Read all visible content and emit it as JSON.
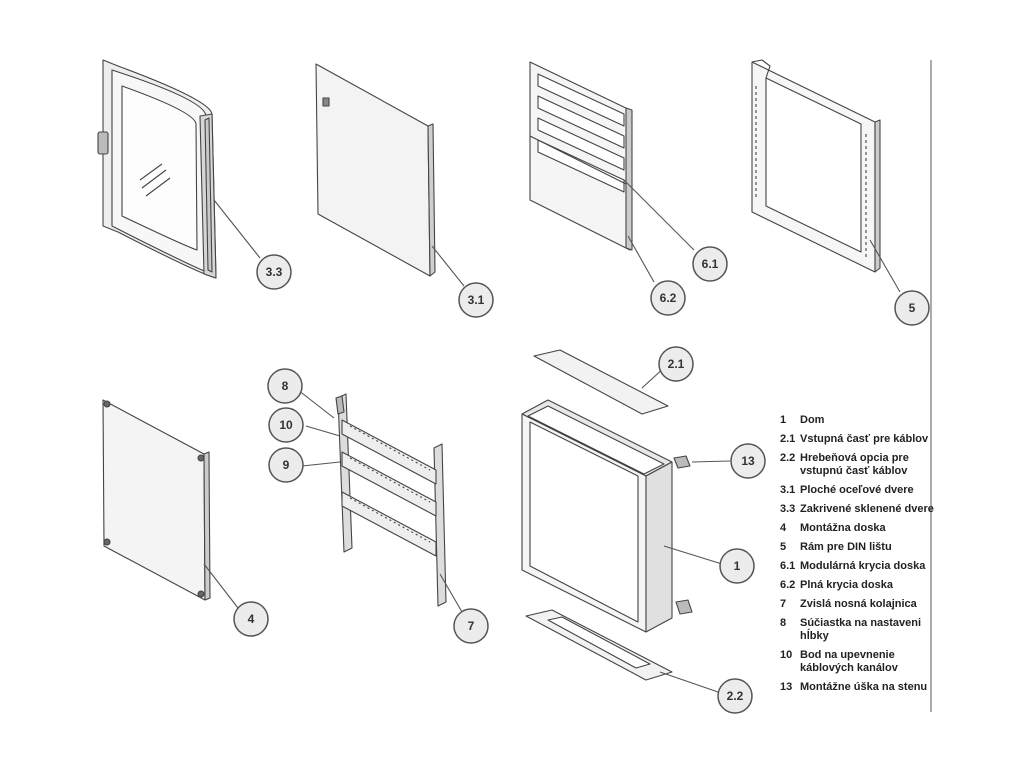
{
  "callouts": [
    {
      "id": "c33",
      "label": "3.3"
    },
    {
      "id": "c31",
      "label": "3.1"
    },
    {
      "id": "c62",
      "label": "6.2"
    },
    {
      "id": "c61",
      "label": "6.1"
    },
    {
      "id": "c5",
      "label": "5"
    },
    {
      "id": "c21",
      "label": "2.1"
    },
    {
      "id": "c8",
      "label": "8"
    },
    {
      "id": "c10",
      "label": "10"
    },
    {
      "id": "c9",
      "label": "9"
    },
    {
      "id": "c13",
      "label": "13"
    },
    {
      "id": "c4",
      "label": "4"
    },
    {
      "id": "c7",
      "label": "7"
    },
    {
      "id": "c1",
      "label": "1"
    },
    {
      "id": "c22",
      "label": "2.2"
    }
  ],
  "legend": [
    {
      "num": "1",
      "label": "Dom"
    },
    {
      "num": "2.1",
      "label": "Vstupná časť pre káblov"
    },
    {
      "num": "2.2",
      "label": "Hrebeňová opcia pre vstupnú časť káblov"
    },
    {
      "num": "3.1",
      "label": "Ploché oceľové dvere"
    },
    {
      "num": "3.3",
      "label": "Zakrivené sklenené dvere"
    },
    {
      "num": "4",
      "label": "Montážna doska"
    },
    {
      "num": "5",
      "label": "Rám pre DIN lištu"
    },
    {
      "num": "6.1",
      "label": "Modulárná krycia doska"
    },
    {
      "num": "6.2",
      "label": "Plná krycia doska"
    },
    {
      "num": "7",
      "label": "Zvislá nosná kolajnica"
    },
    {
      "num": "8",
      "label": "Súčiastka na nastaveni hĺbky"
    },
    {
      "num": "10",
      "label": "Bod na upevnenie káblových kanálov"
    },
    {
      "num": "13",
      "label": "Montážne úška na stenu"
    }
  ]
}
